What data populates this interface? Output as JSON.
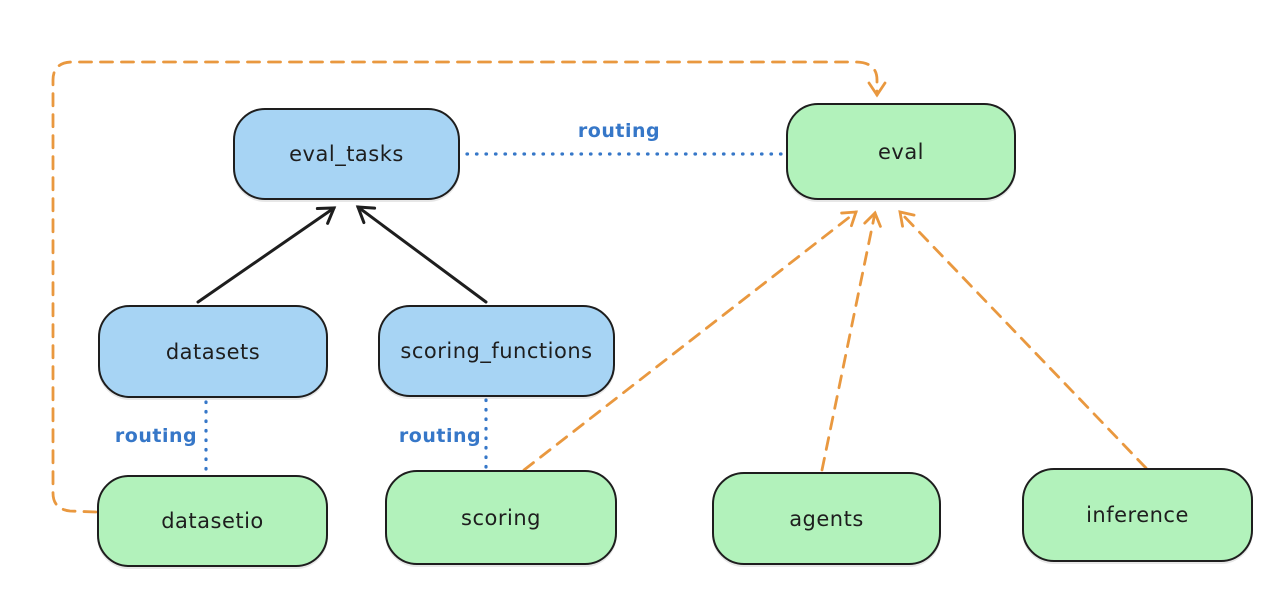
{
  "diagram": {
    "nodes": {
      "eval_tasks": {
        "label": "eval_tasks",
        "kind": "api",
        "fill": "blue"
      },
      "eval": {
        "label": "eval",
        "kind": "provider",
        "fill": "green"
      },
      "datasets": {
        "label": "datasets",
        "kind": "api",
        "fill": "blue"
      },
      "scoring_functions": {
        "label": "scoring_functions",
        "kind": "api",
        "fill": "blue"
      },
      "datasetio": {
        "label": "datasetio",
        "kind": "provider",
        "fill": "green"
      },
      "scoring": {
        "label": "scoring",
        "kind": "provider",
        "fill": "green"
      },
      "agents": {
        "label": "agents",
        "kind": "provider",
        "fill": "green"
      },
      "inference": {
        "label": "inference",
        "kind": "provider",
        "fill": "green"
      }
    },
    "edge_labels": {
      "routing_eval_tasks_eval": "routing",
      "routing_datasets_datasetio": "routing",
      "routing_scoring_functions_scoring": "routing"
    },
    "edges": [
      {
        "from": "datasets",
        "to": "eval_tasks",
        "style": "solid-arrow",
        "color": "black"
      },
      {
        "from": "scoring_functions",
        "to": "eval_tasks",
        "style": "solid-arrow",
        "color": "black"
      },
      {
        "from": "eval_tasks",
        "to": "eval",
        "style": "dotted-line",
        "color": "blue",
        "label": "routing"
      },
      {
        "from": "datasets",
        "to": "datasetio",
        "style": "dotted-line",
        "color": "blue",
        "label": "routing"
      },
      {
        "from": "scoring_functions",
        "to": "scoring",
        "style": "dotted-line",
        "color": "blue",
        "label": "routing"
      },
      {
        "from": "datasetio",
        "to": "eval",
        "style": "dashed-arrow",
        "color": "orange"
      },
      {
        "from": "scoring",
        "to": "eval",
        "style": "dashed-arrow",
        "color": "orange"
      },
      {
        "from": "agents",
        "to": "eval",
        "style": "dashed-arrow",
        "color": "orange"
      },
      {
        "from": "inference",
        "to": "eval",
        "style": "dashed-arrow",
        "color": "orange"
      }
    ],
    "colors": {
      "bg": "#ffffff",
      "stroke": "#1e1e1e",
      "blue_fill": "#a7d4f4",
      "green_fill": "#b2f2bb",
      "orange_line": "#e9983f",
      "blue_line": "#3677c8"
    }
  }
}
